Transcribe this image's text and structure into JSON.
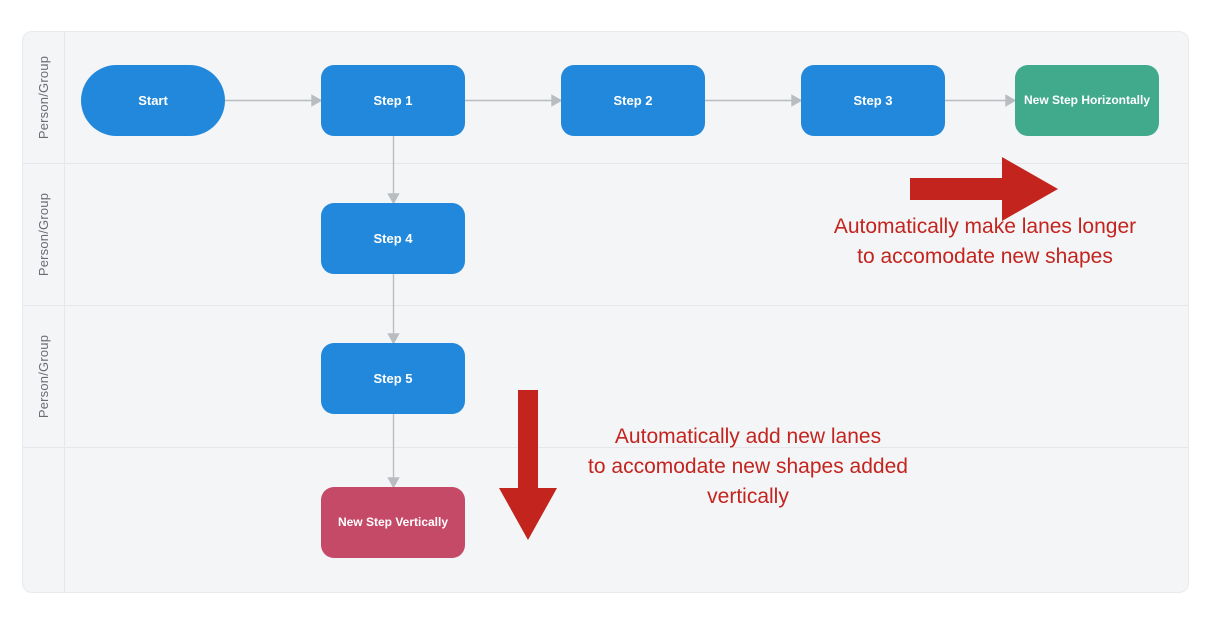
{
  "colors": {
    "process_blue": "#2188DB",
    "new_step_green": "#41A98C",
    "new_step_rose": "#C54A68",
    "annotation_red": "#C3241E",
    "connector_gray": "#B9BCC0",
    "lane_label_gray": "#686C73",
    "canvas_bg": "#F4F5F7",
    "lane_line": "#E5E7EA"
  },
  "diagram": {
    "lanes": [
      {
        "label": "Person/Group"
      },
      {
        "label": "Person/Group"
      },
      {
        "label": "Person/Group"
      },
      {
        "label": ""
      }
    ],
    "shapes": {
      "start": {
        "label": "Start",
        "type": "terminator",
        "color": "#2188DB"
      },
      "step1": {
        "label": "Step 1",
        "type": "process",
        "color": "#2188DB"
      },
      "step2": {
        "label": "Step 2",
        "type": "process",
        "color": "#2188DB"
      },
      "step3": {
        "label": "Step 3",
        "type": "process",
        "color": "#2188DB"
      },
      "step4": {
        "label": "Step 4",
        "type": "process",
        "color": "#2188DB"
      },
      "step5": {
        "label": "Step 5",
        "type": "process",
        "color": "#2188DB"
      },
      "new_step_horizontally": {
        "label": "New Step Horizontally",
        "type": "process",
        "color": "#41A98C"
      },
      "new_step_vertically": {
        "label": "New Step Vertically",
        "type": "process",
        "color": "#C54A68"
      }
    },
    "annotations": {
      "lanes_longer": {
        "arrow": "right",
        "lines": [
          "Automatically make lanes longer",
          "to accomodate new shapes"
        ]
      },
      "new_lanes": {
        "arrow": "down",
        "lines": [
          "Automatically add new lanes",
          "to accomodate new shapes added",
          "vertically"
        ]
      }
    }
  }
}
